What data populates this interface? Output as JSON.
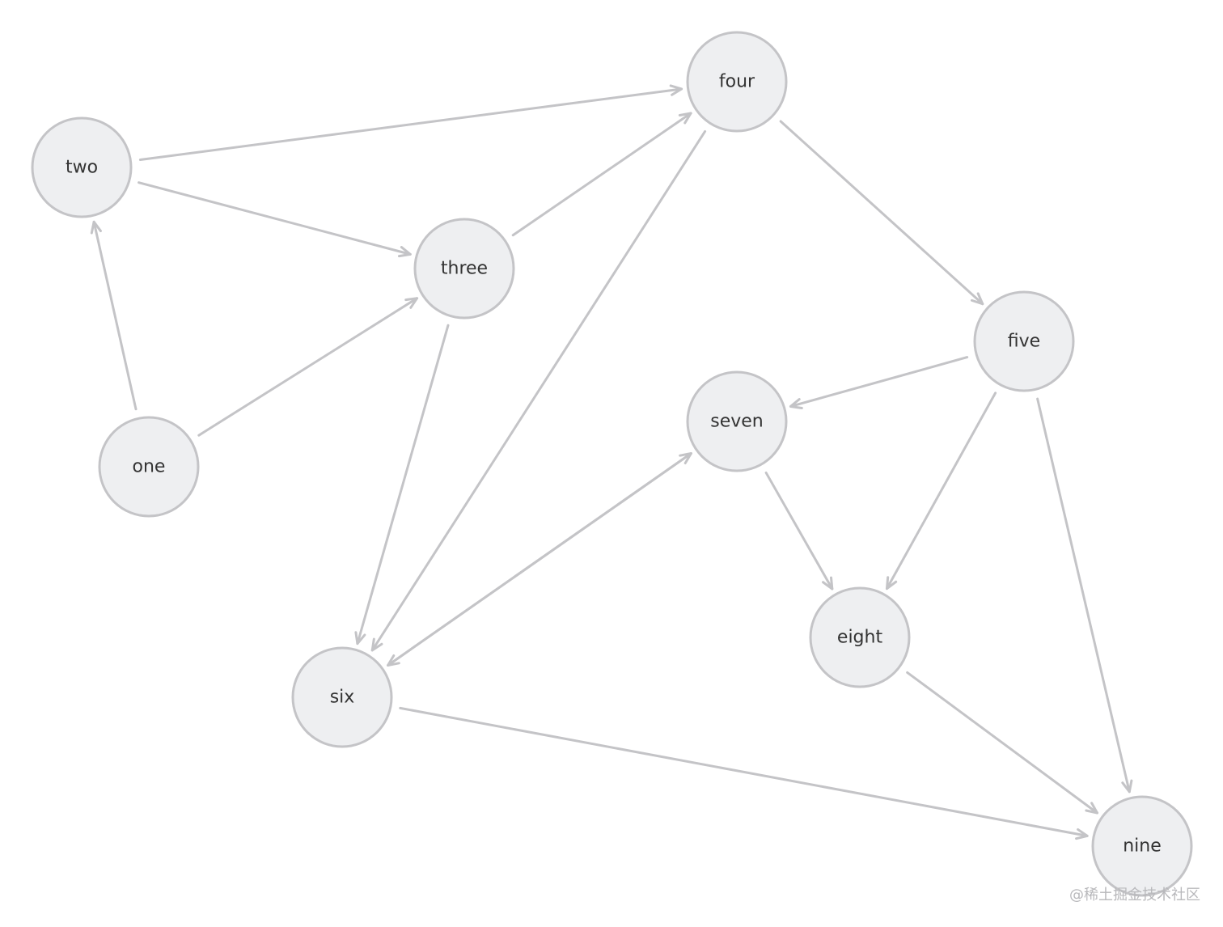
{
  "diagram": {
    "nodes": [
      {
        "id": "two",
        "label": "two"
      },
      {
        "id": "one",
        "label": "one"
      },
      {
        "id": "three",
        "label": "three"
      },
      {
        "id": "four",
        "label": "four"
      },
      {
        "id": "five",
        "label": "five"
      },
      {
        "id": "seven",
        "label": "seven"
      },
      {
        "id": "six",
        "label": "six"
      },
      {
        "id": "eight",
        "label": "eight"
      },
      {
        "id": "nine",
        "label": "nine"
      }
    ],
    "edges": [
      {
        "from": "one",
        "to": "two"
      },
      {
        "from": "one",
        "to": "three"
      },
      {
        "from": "two",
        "to": "three"
      },
      {
        "from": "two",
        "to": "four"
      },
      {
        "from": "three",
        "to": "four"
      },
      {
        "from": "three",
        "to": "six"
      },
      {
        "from": "four",
        "to": "five"
      },
      {
        "from": "four",
        "to": "six"
      },
      {
        "from": "five",
        "to": "seven"
      },
      {
        "from": "five",
        "to": "eight"
      },
      {
        "from": "five",
        "to": "nine"
      },
      {
        "from": "six",
        "to": "seven"
      },
      {
        "from": "seven",
        "to": "six"
      },
      {
        "from": "seven",
        "to": "eight"
      },
      {
        "from": "six",
        "to": "nine"
      },
      {
        "from": "eight",
        "to": "nine"
      }
    ]
  },
  "colors": {
    "node_fill": "#eeeff1",
    "node_stroke": "#c4c4c7",
    "edge": "#c4c4c7",
    "label": "#333333"
  },
  "watermark": "@稀土掘金技术社区"
}
